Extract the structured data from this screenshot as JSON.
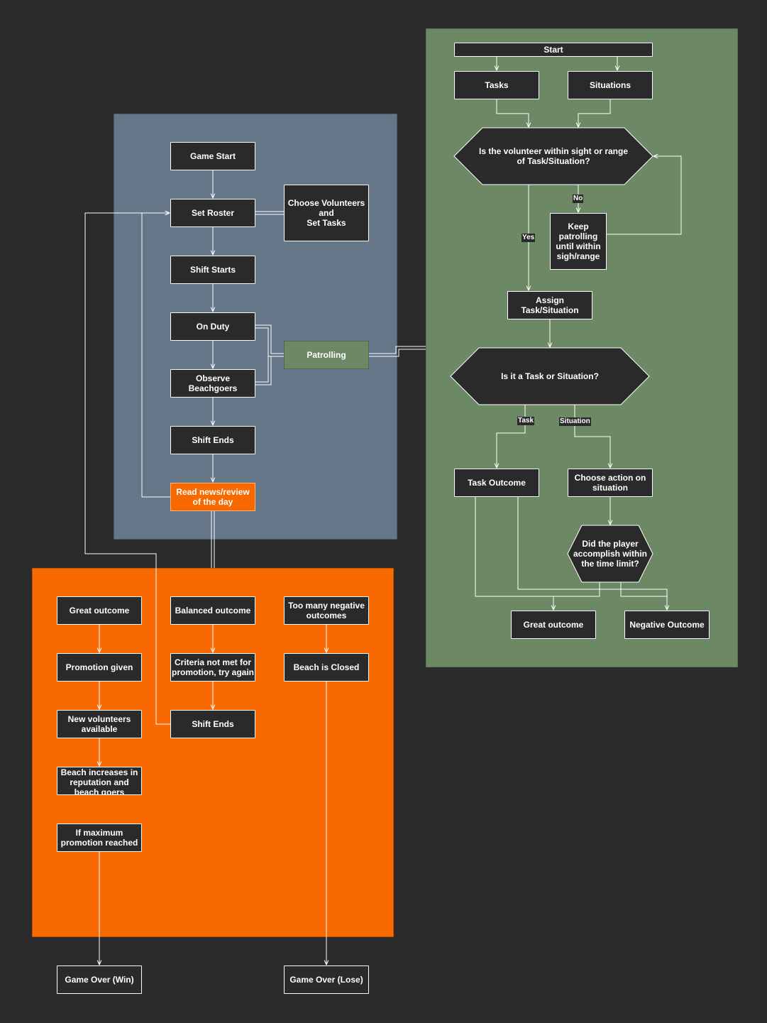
{
  "colors": {
    "background": "#2a2a2a",
    "main_loop_region": "#647687",
    "patrol_region": "#6d8864",
    "outcome_region": "#f86a00",
    "line": "#ffffff"
  },
  "main_loop": {
    "game_start": "Game Start",
    "set_roster": "Set Roster",
    "choose_volunteers": "Choose Volunteers\nand\nSet Tasks",
    "shift_starts": "Shift Starts",
    "on_duty": "On Duty",
    "patrolling": "Patrolling",
    "observe_beachgoers": "Observe Beachgoers",
    "shift_ends": "Shift Ends",
    "read_news": "Read news/review of the day"
  },
  "patrol": {
    "start": "Start",
    "tasks": "Tasks",
    "situations": "Situations",
    "within_range_question": "Is the volunteer within sight or range of Task/Situation?",
    "no_label": "No",
    "yes_label": "Yes",
    "keep_patrolling": "Keep patrolling until within sigh/range",
    "assign": "Assign Task/Situation",
    "task_or_situation_question": "Is it a Task or Situation?",
    "task_label": "Task",
    "situation_label": "Situation",
    "task_outcome": "Task Outcome",
    "choose_action": "Choose action on situation",
    "time_limit_question": "Did the player accomplish within the time limit?",
    "great_outcome": "Great outcome",
    "negative_outcome": "Negative Outcome"
  },
  "outcomes": {
    "great_outcome": "Great outcome",
    "promotion_given": "Promotion given",
    "new_volunteers": "New volunteers available",
    "beach_increases": "Beach increases in reputation and beach goers",
    "max_promotion": "If maximum promotion reached",
    "balanced_outcome": "Balanced outcome",
    "criteria_not_met": "Criteria not met for promotion, try again",
    "shift_ends": "Shift Ends",
    "too_many_negative": "Too many negative outcomes",
    "beach_closed": "Beach is Closed",
    "game_over_win": "Game Over (Win)",
    "game_over_lose": "Game Over (Lose)"
  }
}
